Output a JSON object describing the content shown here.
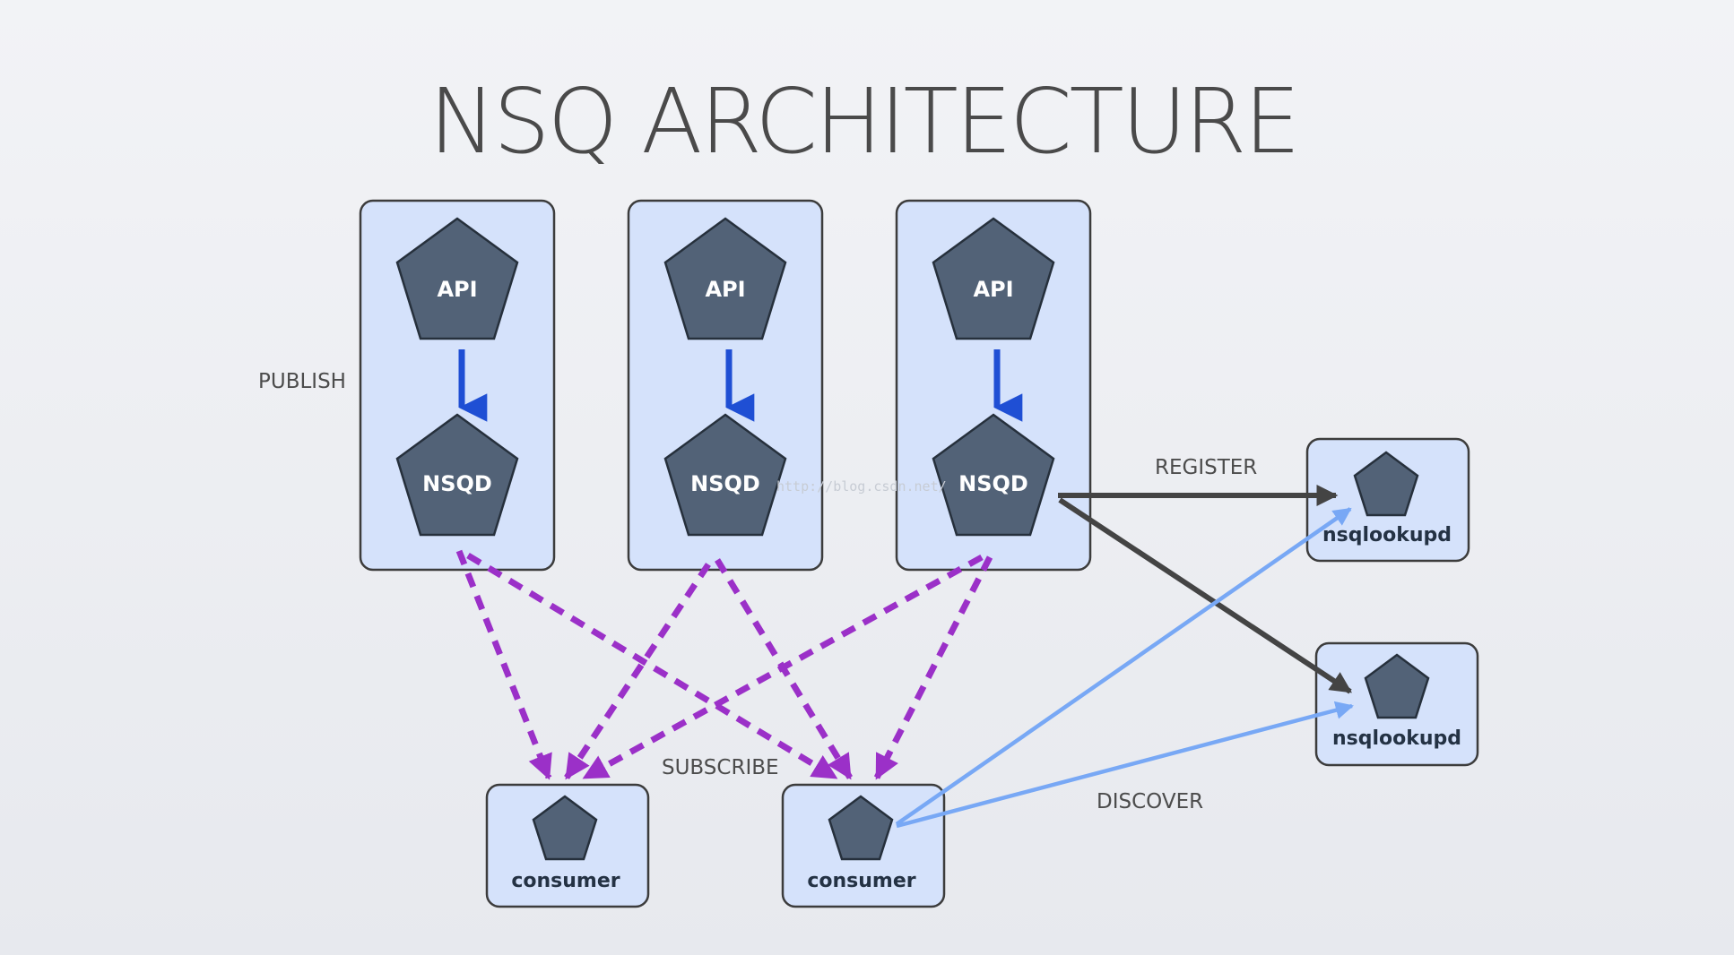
{
  "title": "NSQ ARCHITECTURE",
  "labels": {
    "publish": "PUBLISH",
    "subscribe": "SUBSCRIBE",
    "register": "REGISTER",
    "discover": "DISCOVER"
  },
  "nodes": {
    "api": [
      "API",
      "API",
      "API"
    ],
    "nsqd": [
      "NSQD",
      "NSQD",
      "NSQD"
    ],
    "nsqlookupd": [
      "nsqlookupd",
      "nsqlookupd"
    ],
    "consumers": [
      "consumer",
      "consumer"
    ]
  },
  "watermark": "http://blog.csdn.net/",
  "colors": {
    "background": "#eceef2",
    "box_fill": "#d5e2fb",
    "node_fill": "#526277",
    "publish_arrow": "#1f4fd4",
    "subscribe_arrow": "#9b30c8",
    "register_arrow": "#444444",
    "discover_arrow": "#78a8f5"
  }
}
